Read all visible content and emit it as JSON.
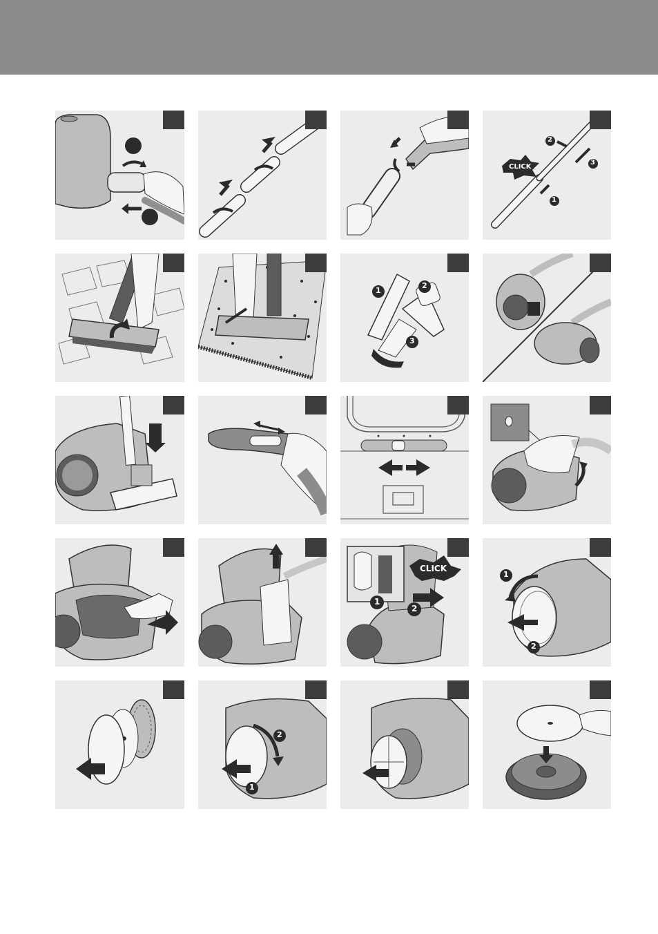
{
  "header": {
    "band_color": "#8c8c8c"
  },
  "colors": {
    "panel_bg": "#ececec",
    "step_box": "#3c3c3c",
    "device_fill": "#bdbdbd",
    "device_dark": "#5c5c5c",
    "arrow": "#2b2b2b"
  },
  "panels": [
    {
      "name": "panel-hose-insert",
      "icon": "hose-connect-icon",
      "markers": [
        "",
        ""
      ]
    },
    {
      "name": "panel-tube-assemble",
      "icon": "tube-assemble-icon"
    },
    {
      "name": "panel-handle-attach",
      "icon": "handle-attach-icon"
    },
    {
      "name": "panel-telescopic-tube",
      "icon": "telescopic-tube-icon",
      "markers": [
        "2",
        "3",
        "1"
      ],
      "click_label": "CLICK"
    },
    {
      "name": "panel-nozzle-hard-floor",
      "icon": "hard-floor-nozzle-icon"
    },
    {
      "name": "panel-nozzle-carpet",
      "icon": "carpet-nozzle-icon"
    },
    {
      "name": "panel-accessories",
      "icon": "accessory-tools-icon",
      "markers": [
        "1",
        "2",
        "3"
      ]
    },
    {
      "name": "panel-carry-handle",
      "icon": "carry-handle-icon"
    },
    {
      "name": "panel-parking-slot",
      "icon": "parking-slot-icon"
    },
    {
      "name": "panel-suction-slider",
      "icon": "suction-slider-icon"
    },
    {
      "name": "panel-power-slider",
      "icon": "power-slider-icon"
    },
    {
      "name": "panel-open-cover",
      "icon": "open-cover-icon"
    },
    {
      "name": "panel-bag-holder-press",
      "icon": "bag-holder-icon"
    },
    {
      "name": "panel-bag-remove",
      "icon": "bag-remove-icon"
    },
    {
      "name": "panel-bag-insert",
      "icon": "bag-insert-icon",
      "markers": [
        "1",
        "2"
      ],
      "click_label": "CLICK"
    },
    {
      "name": "panel-grille-remove",
      "icon": "grille-remove-icon",
      "markers": [
        "1",
        "2"
      ]
    },
    {
      "name": "panel-filter-assemble",
      "icon": "filter-assemble-icon"
    },
    {
      "name": "panel-grille-refit",
      "icon": "grille-refit-icon",
      "markers": [
        "2",
        "1"
      ]
    },
    {
      "name": "panel-filter-pull-out",
      "icon": "filter-pull-icon"
    },
    {
      "name": "panel-filter-disc",
      "icon": "filter-disc-icon"
    }
  ]
}
